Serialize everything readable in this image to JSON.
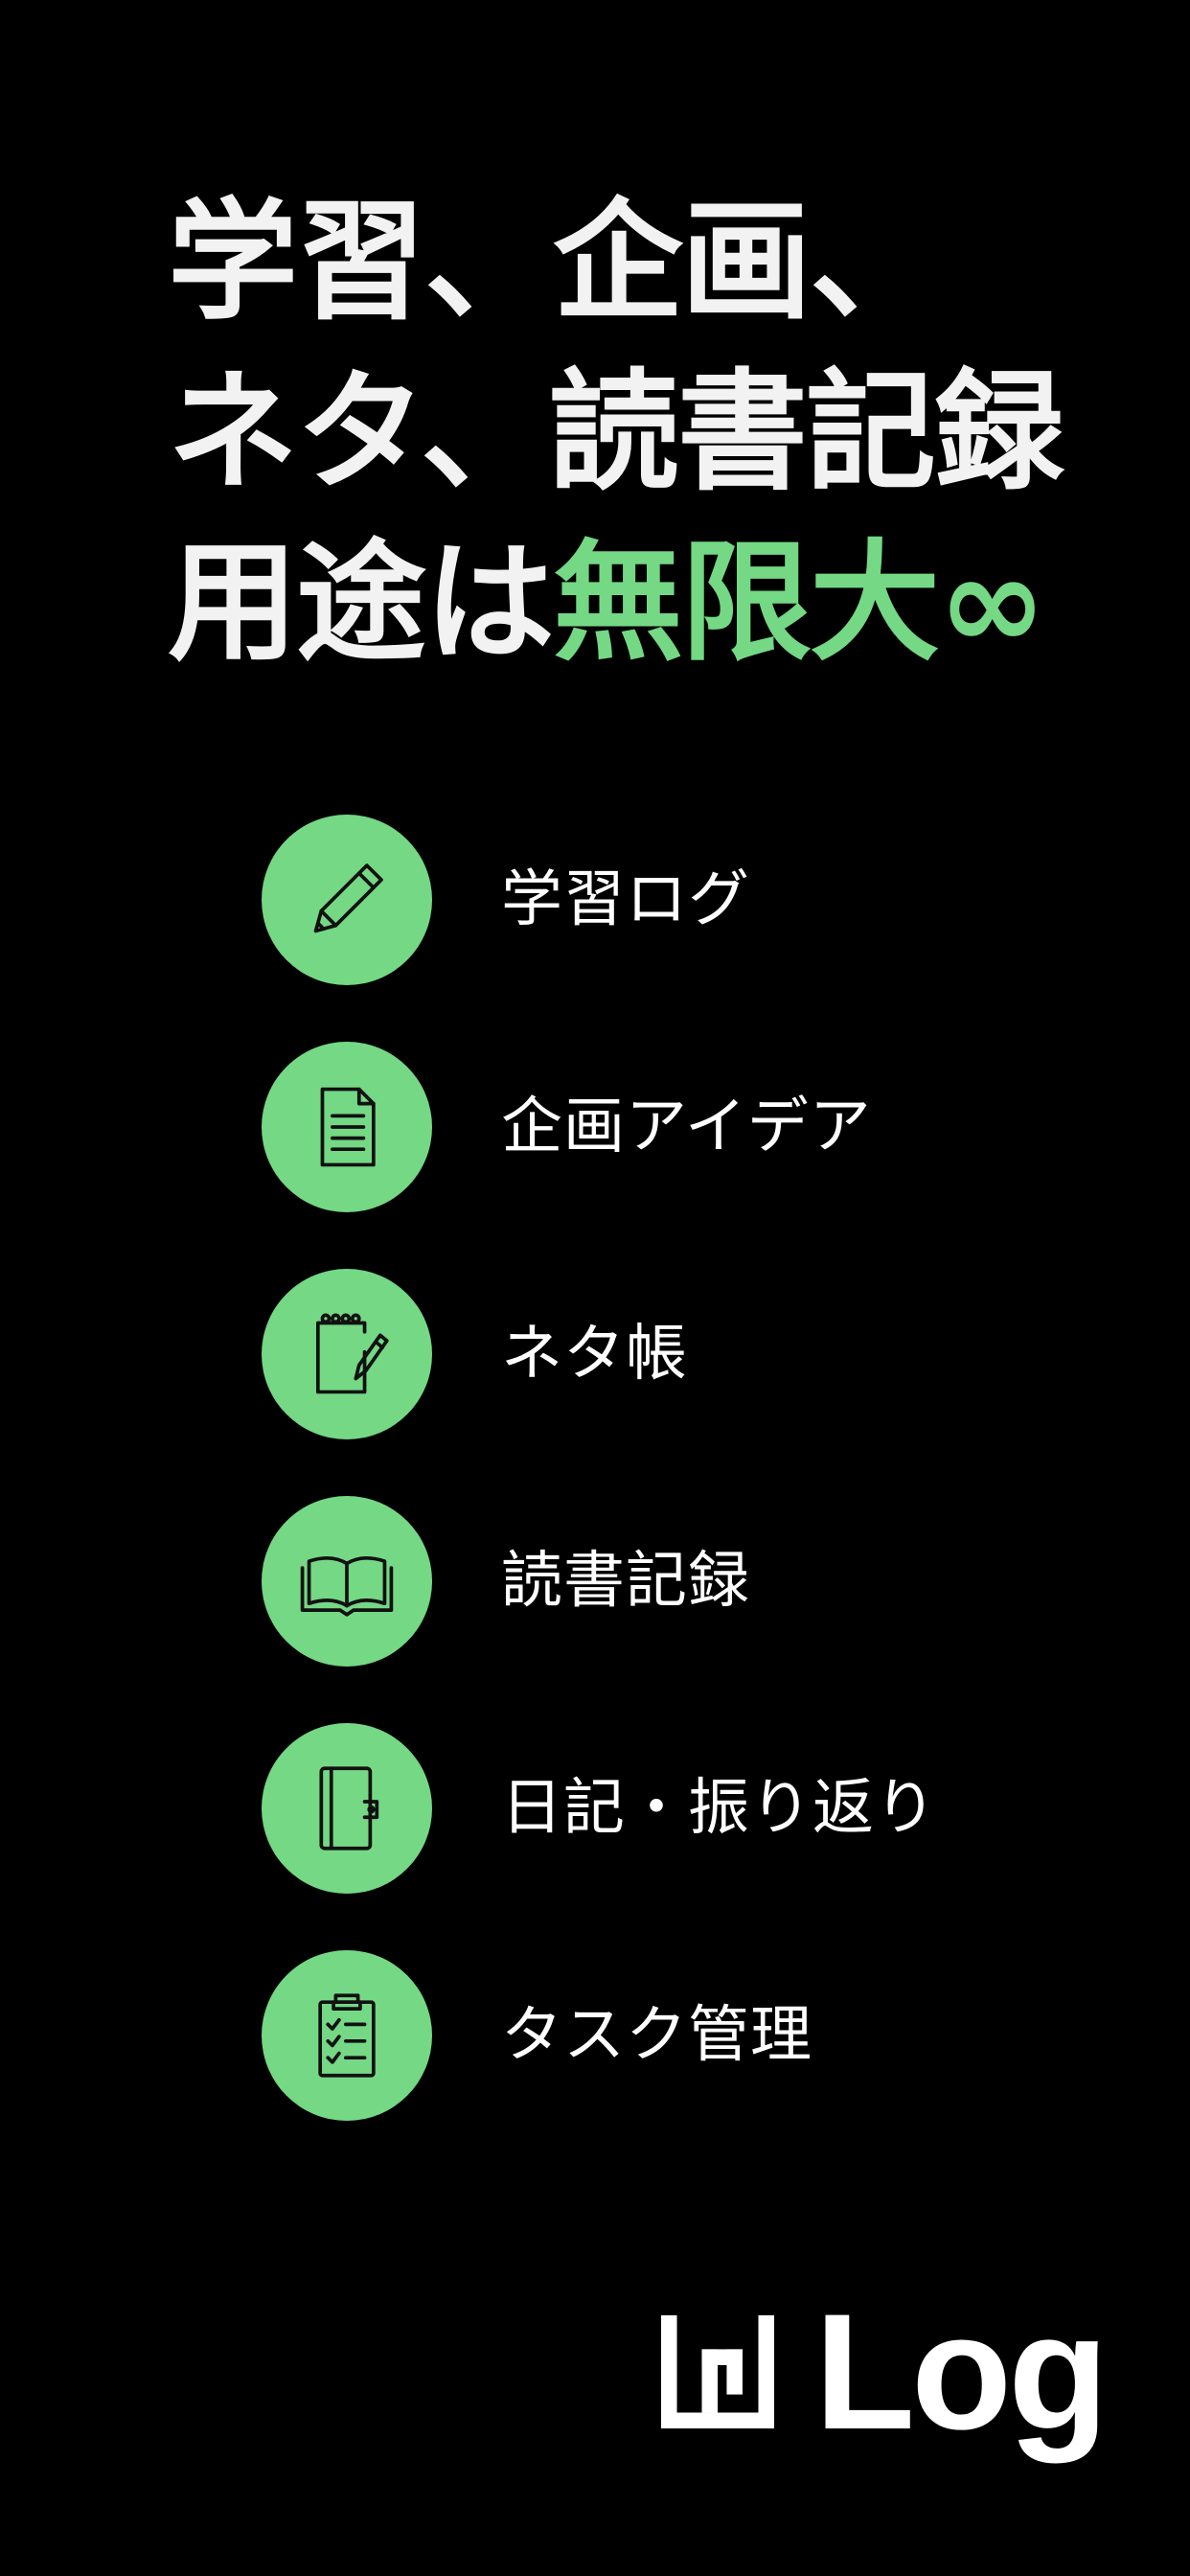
{
  "headline": {
    "line1": "学習、企画、",
    "line2": "ネタ、読書記録",
    "line3_prefix": "用途は",
    "line3_accent": "無限大∞"
  },
  "features": [
    {
      "label": "学習ログ",
      "icon": "pencil-icon"
    },
    {
      "label": "企画アイデア",
      "icon": "document-icon"
    },
    {
      "label": "ネタ帳",
      "icon": "notepad-pen-icon"
    },
    {
      "label": "読書記録",
      "icon": "open-book-icon"
    },
    {
      "label": "日記・振り返り",
      "icon": "journal-icon"
    },
    {
      "label": "タスク管理",
      "icon": "clipboard-checklist-icon"
    }
  ],
  "logo": {
    "text": "Log",
    "icon": "log-logo-icon"
  },
  "colors": {
    "background": "#000000",
    "accent": "#74d884",
    "text": "#ffffff"
  }
}
